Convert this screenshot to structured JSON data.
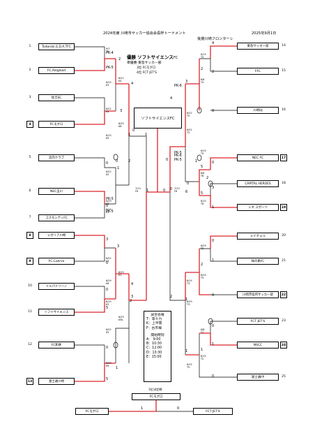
{
  "header": {
    "year_title": "2024年度 川崎市サッカー協会会長杯トーナメント",
    "date": "2025年9月1日",
    "sponsor": "後援川崎フロンターレ"
  },
  "result": {
    "winner_label": "優勝",
    "winner": "ソフトサイエンス",
    "winner_suffix": "FC",
    "runner_up_label": "準優勝",
    "runner_up": "東急サッカー部",
    "third_label": "3位",
    "third": "FCモグロ",
    "fourth_label": "4位",
    "fourth": "FCT JET'S"
  },
  "champion_box": "ソフトサイエンスFC",
  "left_teams": [
    {
      "num": "1",
      "name": "Todoroki.G.D.A.TFC",
      "boxed": false
    },
    {
      "num": "2",
      "name": "FC.Aleglead",
      "boxed": false
    },
    {
      "num": "3",
      "name": "住吉SC",
      "boxed": false
    },
    {
      "num": "4",
      "name": "FCモグロ",
      "boxed": true
    },
    {
      "num": "5",
      "name": "宮内クラブ",
      "boxed": false
    },
    {
      "num": "6",
      "name": "NEC玉川",
      "boxed": false
    },
    {
      "num": "7",
      "name": "コスモシティFC",
      "boxed": false
    },
    {
      "num": "8",
      "name": "レガリア川崎",
      "boxed": true
    },
    {
      "num": "9",
      "name": "FC.Cuervo",
      "boxed": true
    },
    {
      "num": "10",
      "name": "イルパドリーノ",
      "boxed": false
    },
    {
      "num": "11",
      "name": "ソフトサイエンス",
      "boxed": false
    },
    {
      "num": "12",
      "name": "FC和季",
      "boxed": false
    },
    {
      "num": "13",
      "name": "富士通川崎",
      "boxed": true
    }
  ],
  "right_teams": [
    {
      "num": "14",
      "name": "東急サッカー部",
      "boxed": false
    },
    {
      "num": "15",
      "name": "FFC",
      "boxed": false
    },
    {
      "num": "16",
      "name": "川崎DJ",
      "boxed": false
    },
    {
      "num": "17",
      "name": "NEC FC",
      "boxed": true
    },
    {
      "num": "18",
      "name": "CAPITAL HEROES",
      "boxed": false
    },
    {
      "num": "19",
      "name": "ミネ スポーツ",
      "boxed": true
    },
    {
      "num": "20",
      "name": "レイチェル",
      "boxed": false
    },
    {
      "num": "21",
      "name": "味の素FC",
      "boxed": false
    },
    {
      "num": "22",
      "name": "川崎市役所サッカー部",
      "boxed": true
    },
    {
      "num": "23",
      "name": "FCT JET'S",
      "boxed": false
    },
    {
      "num": "24",
      "name": "NSCC",
      "boxed": true
    },
    {
      "num": "25",
      "name": "富士通FP",
      "boxed": false
    }
  ],
  "match_notes": {
    "L1": "9/7\nT5",
    "L2": "6/15\nK3",
    "L3": "6/22\nK4",
    "L4": "6/15\nK5",
    "L5": "6/29\nK6",
    "L6": "6/22\nK2",
    "L7": "6/29\nK3",
    "L8": "6/15\nK1",
    "L9": "6/22\nK3",
    "L10": "6/29\nK6",
    "L11": "6/15\nK2",
    "L12": "6/22\nK5",
    "L13": "6/29\nK6",
    "L14": "6/29\nK5b",
    "L15": "6/22\nK4",
    "L16": "6/29\nK1",
    "R1": "6/15\nT4",
    "R2": "6/8\nT4",
    "R3": "6/15\nT5",
    "R4": "6/8\nT6",
    "R5": "6/15\nT6",
    "R6": "6/29\nT2",
    "R7": "6/29\nT3",
    "R8": "6/8\nT1",
    "R9": "6/15\nT2",
    "R10": "6/22\nT5",
    "R11": "6/29\nT3",
    "R12": "6/22\nT2",
    "R13": "6/15\nT3",
    "R14": "6/15\nT5",
    "R15": "7/13\nF6",
    "L17": "7/13\nF6"
  },
  "scores": {
    "s1": "PK-4",
    "s2": "PK-5",
    "s3": "4",
    "s4": "0",
    "s5": "2",
    "s6": "3",
    "s7": "1",
    "s8": "1",
    "s9": "PK-5",
    "s10": "PK-5",
    "s11": "PK-6",
    "s12": "PK-6",
    "s13": "0",
    "s14": "1",
    "s15": "2",
    "s16": "2",
    "s17": "0",
    "s18": "0",
    "s19": "4",
    "s20": "3",
    "s21": "0",
    "s22": "0",
    "s23": "0",
    "s24": "1",
    "s25": "3",
    "s26": "5",
    "s27": "0",
    "s28": "5",
    "s29": "1",
    "s30": "4",
    "s31": "2",
    "s32": "0",
    "s33": "2",
    "s34": "3",
    "s35": "0",
    "s36": "5",
    "s37": "3",
    "s38": "1",
    "s39": "5",
    "s40": "6",
    "s41": "0",
    "s42": "1",
    "s43": "2",
    "s44": "0",
    "s45": "1",
    "s46": "0",
    "s47": "PK-5",
    "s48": "PK-5",
    "s49": "1",
    "s50": "0",
    "s51": "1",
    "s52": "1",
    "s53": "0",
    "s54": "3",
    "s55": "2",
    "s56": "4",
    "s57": "0",
    "s58": "1",
    "s59": "0",
    "s60": "2"
  },
  "venue_info": {
    "title": "試合会場",
    "t": "T：等々力",
    "k": "K：上平間",
    "f": "F：古市場",
    "time_title": "開始時刻",
    "a": "A： 9:00",
    "b": "B：10:30",
    "c": "C：12:00",
    "d": "D：13:30",
    "e": "E：15:00"
  },
  "third_place": {
    "title": "3位決定戦",
    "winner": "FCモグロ",
    "left_team": "FCモグロ",
    "right_team": "FCT JET'S",
    "left_score": "1",
    "right_score": "0"
  },
  "colors": {
    "win": "#d9262c",
    "line": "#000000"
  }
}
